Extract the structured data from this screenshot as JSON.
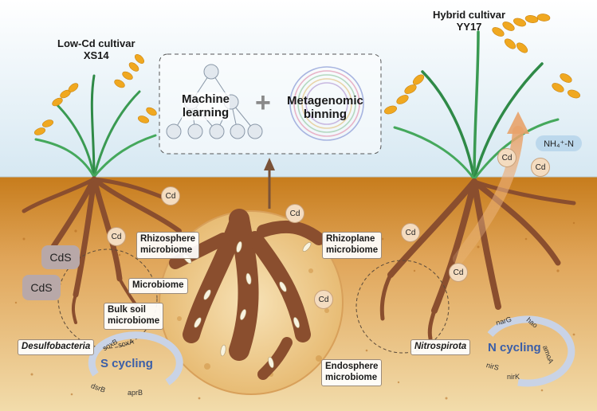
{
  "cultivars": {
    "low_cd": {
      "line1": "Low-Cd cultivar",
      "line2": "XS14"
    },
    "hybrid": {
      "line1": "Hybrid cultivar",
      "line2": "YY17"
    }
  },
  "methods": {
    "machine_learning": "Machine\nlearning",
    "plus": "+",
    "metagenomic_binning": "Metagenomic\nbinning"
  },
  "compartments": {
    "rhizosphere": "Rhizosphere\nmicrobiome",
    "rhizoplane": "Rhizoplane\nmicrobiome",
    "microbiome": "Microbiome",
    "bulk_soil": "Bulk soil\nmicrobiome",
    "endosphere": "Endosphere\nmicrobiome"
  },
  "taxa": {
    "desulfobacteria": "Desulfobacteria",
    "nitrospirota": "Nitrospirota"
  },
  "cycles": {
    "s_cycling": "S cycling",
    "n_cycling": "N cycling",
    "s_genes": [
      "soxA",
      "soxB",
      "dsrB",
      "aprB"
    ],
    "n_genes": [
      "narG",
      "nirS",
      "nirK",
      "amoA",
      "hao"
    ]
  },
  "chemicals": {
    "cd": "Cd",
    "cds": "CdS",
    "nh4": "NH₄⁺-N"
  },
  "colors": {
    "sky": "#dcecf4",
    "soil_top": "#c9801e",
    "soil_bottom": "#efd6a2",
    "root": "#8a4e2e",
    "grain": "#f0a820",
    "leaf": "#3a9a52",
    "s_cycle": "#3a5ea8",
    "n_cycle": "#3a5ea8"
  }
}
